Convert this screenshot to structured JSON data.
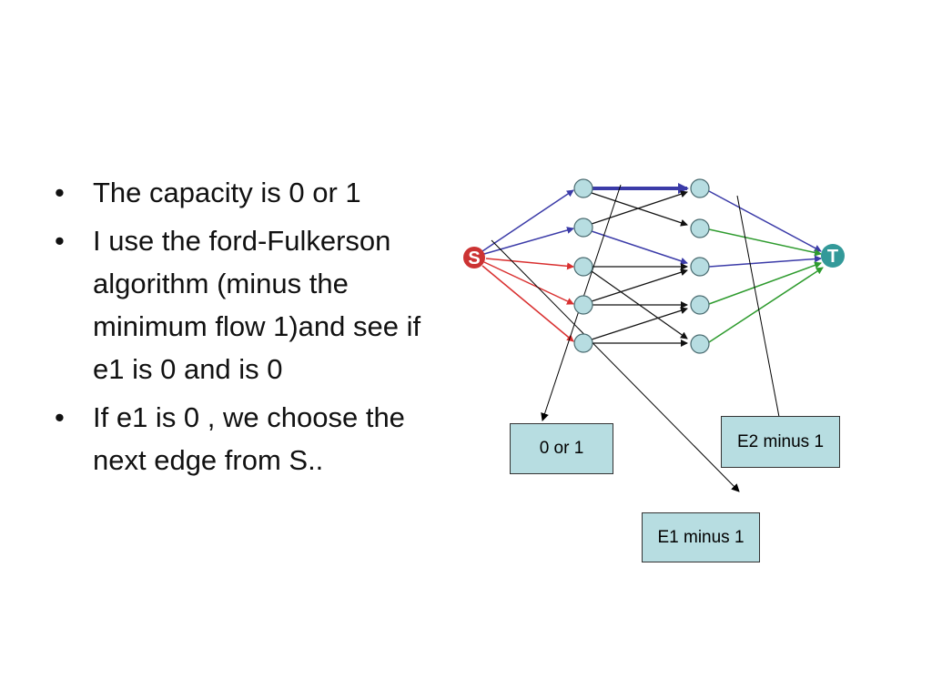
{
  "bullets": [
    "The capacity is 0 or 1",
    "I use the ford-Fulkerson algorithm (minus the minimum flow 1)and see if e1 is 0 and is 0",
    "If e1 is 0 , we choose the next edge from S.."
  ],
  "diagram": {
    "source_label": "S",
    "sink_label": "T",
    "callouts": {
      "capacity": "0 or 1",
      "e2": "E2 minus 1",
      "e1": "E1 minus 1"
    },
    "colors": {
      "source_node": "#cc3333",
      "sink_node": "#339999",
      "inner_node": "#b7dde1",
      "blue_edge": "#3b3ba8",
      "red_edge": "#d93030",
      "green_edge": "#2e9b2e",
      "black_edge": "#111111",
      "callout_fill": "#b7dde1"
    }
  }
}
